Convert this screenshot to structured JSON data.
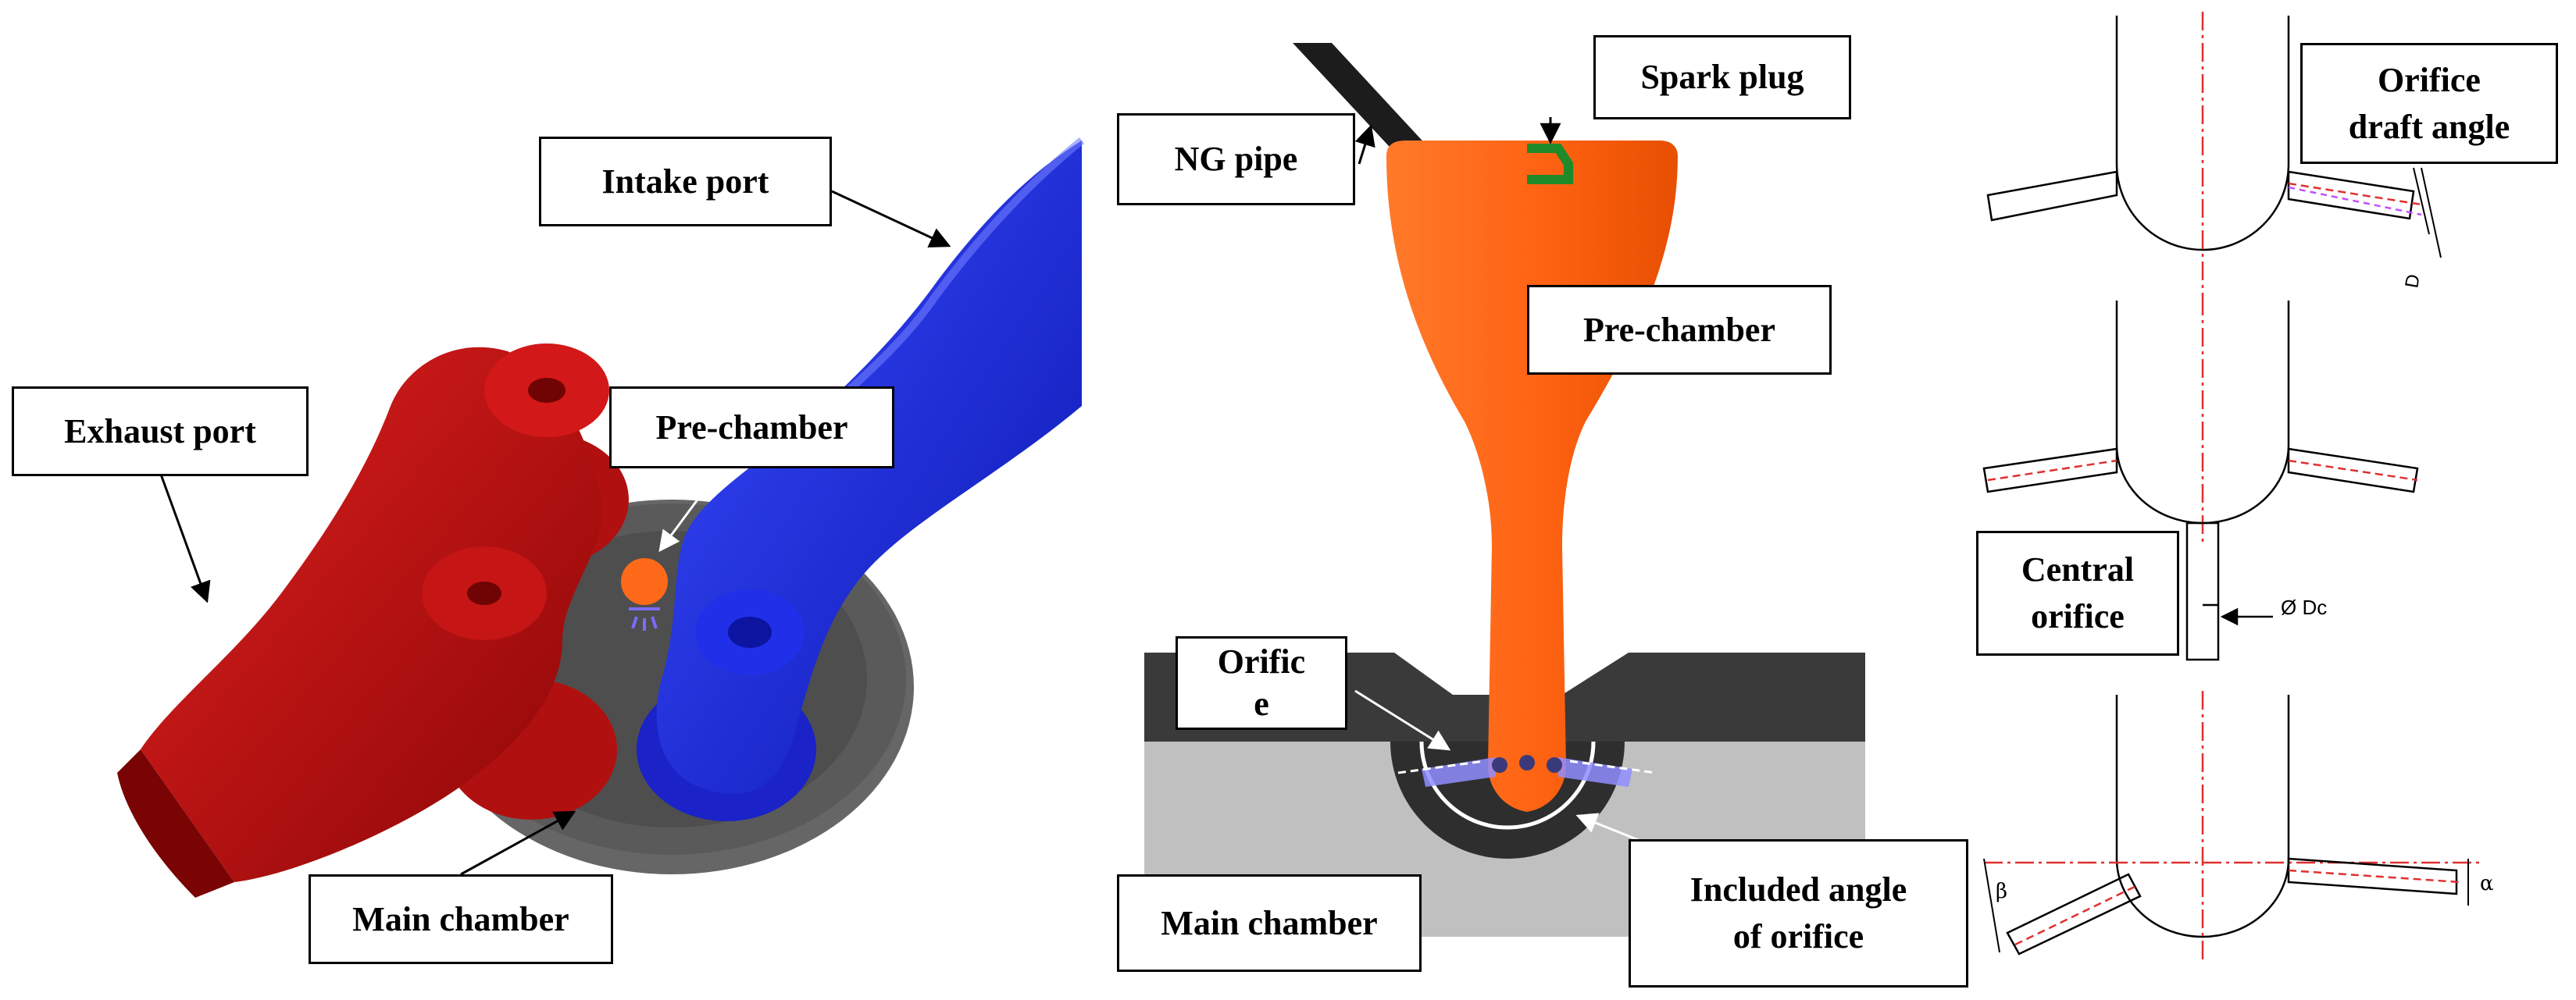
{
  "panel_left": {
    "intake_port": "Intake port",
    "exhaust_port": "Exhaust port",
    "pre_chamber": "Pre-chamber",
    "main_chamber": "Main chamber"
  },
  "panel_middle": {
    "spark_plug": "Spark plug",
    "ng_pipe": "NG pipe",
    "pre_chamber": "Pre-chamber",
    "orifice_line1": "Orific",
    "orifice_line2": "e",
    "main_chamber": "Main chamber",
    "included_angle": "Included angle\nof orifice"
  },
  "panel_right": {
    "orifice_draft_angle": "Orifice\ndraft angle",
    "central_orifice": "Central\norifice",
    "dim_D": "D",
    "dim_Dc": "Ø Dc",
    "dim_beta": "β",
    "dim_alpha": "α"
  },
  "colors": {
    "intake_blue": "#1f2fe0",
    "exhaust_red": "#c81010",
    "prechamber_orange": "#ff6a1a",
    "head_gray": "#555555",
    "block_dark": "#3a3a3a",
    "block_light": "#bdbdbd",
    "centerline_red": "#e03030",
    "spark_green": "#1f8a2a"
  }
}
